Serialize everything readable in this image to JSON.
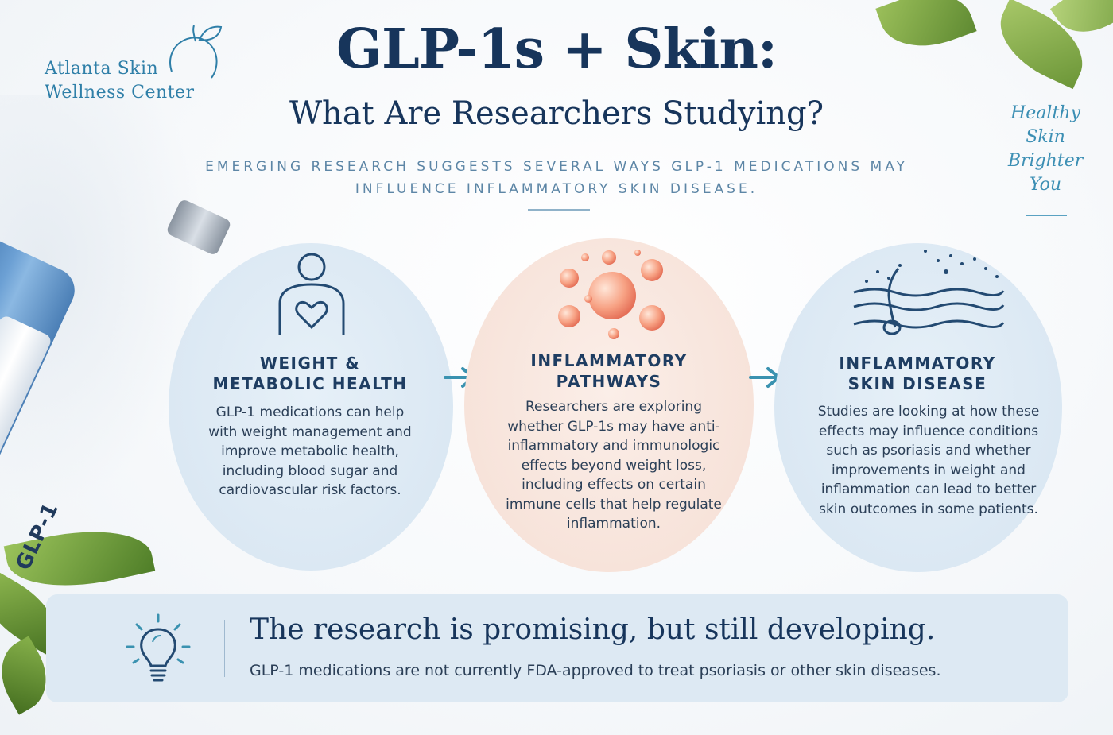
{
  "logo": {
    "line1": "Atlanta Skin",
    "line2": "Wellness Center"
  },
  "title": "GLP-1s + Skin:",
  "subtitle": "What Are Researchers Studying?",
  "tagline": "EMERGING RESEARCH SUGGESTS SEVERAL WAYS GLP-1 MEDICATIONS MAY INFLUENCE INFLAMMATORY SKIN DISEASE.",
  "script": {
    "line1": "Healthy",
    "line2": "Skin",
    "line3": "Brighter",
    "line4": "You"
  },
  "pen": {
    "label": "GLP-1"
  },
  "cards": [
    {
      "icon": "person-heart-icon",
      "title_line1": "WEIGHT &",
      "title_line2": "METABOLIC HEALTH",
      "body": "GLP-1 medications can help with weight management and improve metabolic health, including blood sugar and cardiovascular risk factors."
    },
    {
      "icon": "inflammation-cells-icon",
      "title_line1": "INFLAMMATORY",
      "title_line2": "PATHWAYS",
      "body": "Researchers are exploring whether GLP-1s may have anti-inflammatory and immunologic effects beyond weight loss, including effects on certain immune cells that help regulate inflammation."
    },
    {
      "icon": "skin-layers-icon",
      "title_line1": "INFLAMMATORY",
      "title_line2": "SKIN DISEASE",
      "body": "Studies are looking at how these effects may influence conditions such as psoriasis and whether improvements in weight and inflammation can lead to better skin outcomes in some patients."
    }
  ],
  "banner": {
    "icon": "lightbulb-icon",
    "headline": "The research is promising, but still developing.",
    "note": "GLP-1 medications are not currently FDA-approved to treat psoriasis or other skin diseases."
  },
  "colors": {
    "navy": "#17355b",
    "accent_teal": "#3a92b0",
    "card_blue": "#dbe8f3",
    "card_peach": "#f7e3da",
    "banner": "#dde9f3"
  }
}
